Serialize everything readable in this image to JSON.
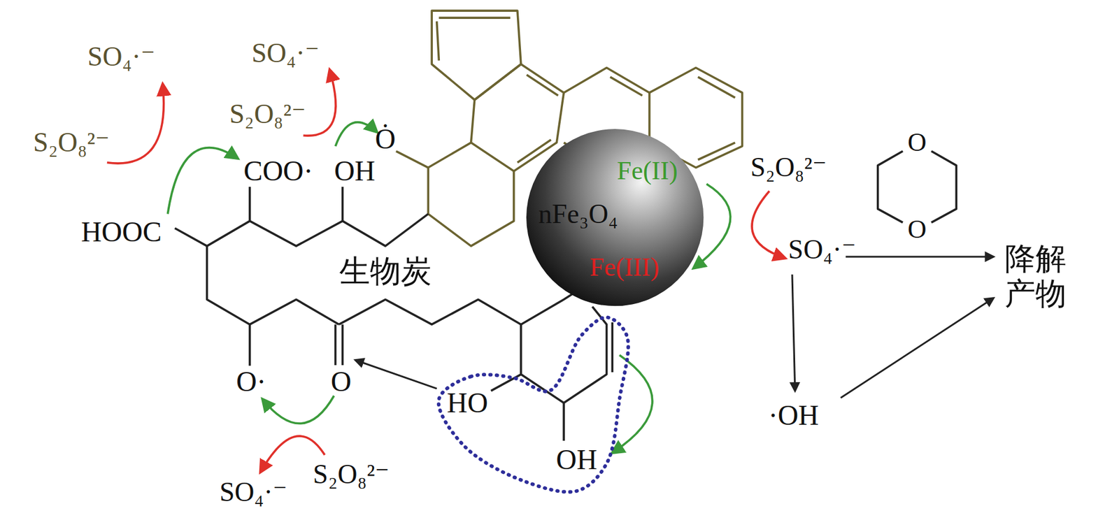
{
  "diagram": {
    "nodes": [
      {
        "text": [
          "nFe₃O₄",
          "Fe(II)",
          "Fe(III)"
        ]
      }
    ],
    "labels": [
      "SO₄·⁻",
      "S₂O₈²⁻",
      "SO₄·⁻",
      "S₂O₈²⁻",
      "Ȯ",
      "COO·",
      "OH",
      "HOOC",
      "生物炭",
      "S₂O₈²⁻",
      "SO₄·⁻",
      "O",
      "O",
      "降解产物",
      "·OH",
      "O·",
      "O",
      "HO",
      "OH",
      "SO₄·⁻",
      "S₂O₈²⁻"
    ]
  }
}
